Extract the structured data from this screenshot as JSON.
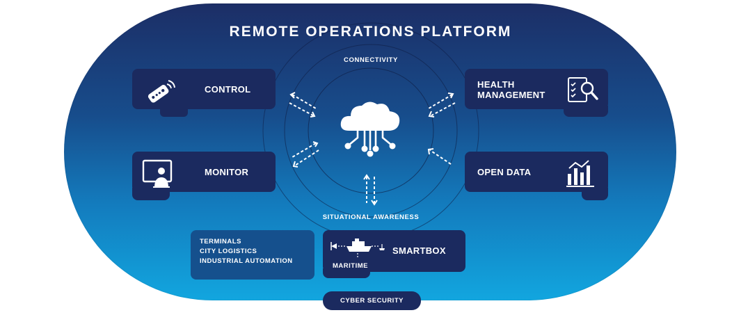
{
  "title": "REMOTE OPERATIONS PLATFORM",
  "ring_labels": {
    "connectivity": "CONNECTIVITY",
    "situational_awareness": "SITUATIONAL AWARENESS"
  },
  "cards": {
    "control": "CONTROL",
    "monitor": "MONITOR",
    "health_management_line1": "HEALTH",
    "health_management_line2": "MANAGEMENT",
    "open_data": "OPEN DATA",
    "smartbox": "SMARTBOX",
    "maritime": "MARITIME"
  },
  "applications": [
    "TERMINALS",
    "CITY LOGISTICS",
    "INDUSTRIAL AUTOMATION"
  ],
  "footer": "CYBER SECURITY",
  "colors": {
    "card": "#1b2a5f",
    "gradient_top": "#1c2e66",
    "gradient_bottom": "#12a6df",
    "sub_card": "#15508d"
  },
  "icons": {
    "control": "remote-control-icon",
    "monitor": "monitor-person-icon",
    "health": "document-magnifier-icon",
    "open_data": "bar-chart-icon",
    "center": "cloud-network-icon",
    "smartbox": "ship-icon"
  }
}
